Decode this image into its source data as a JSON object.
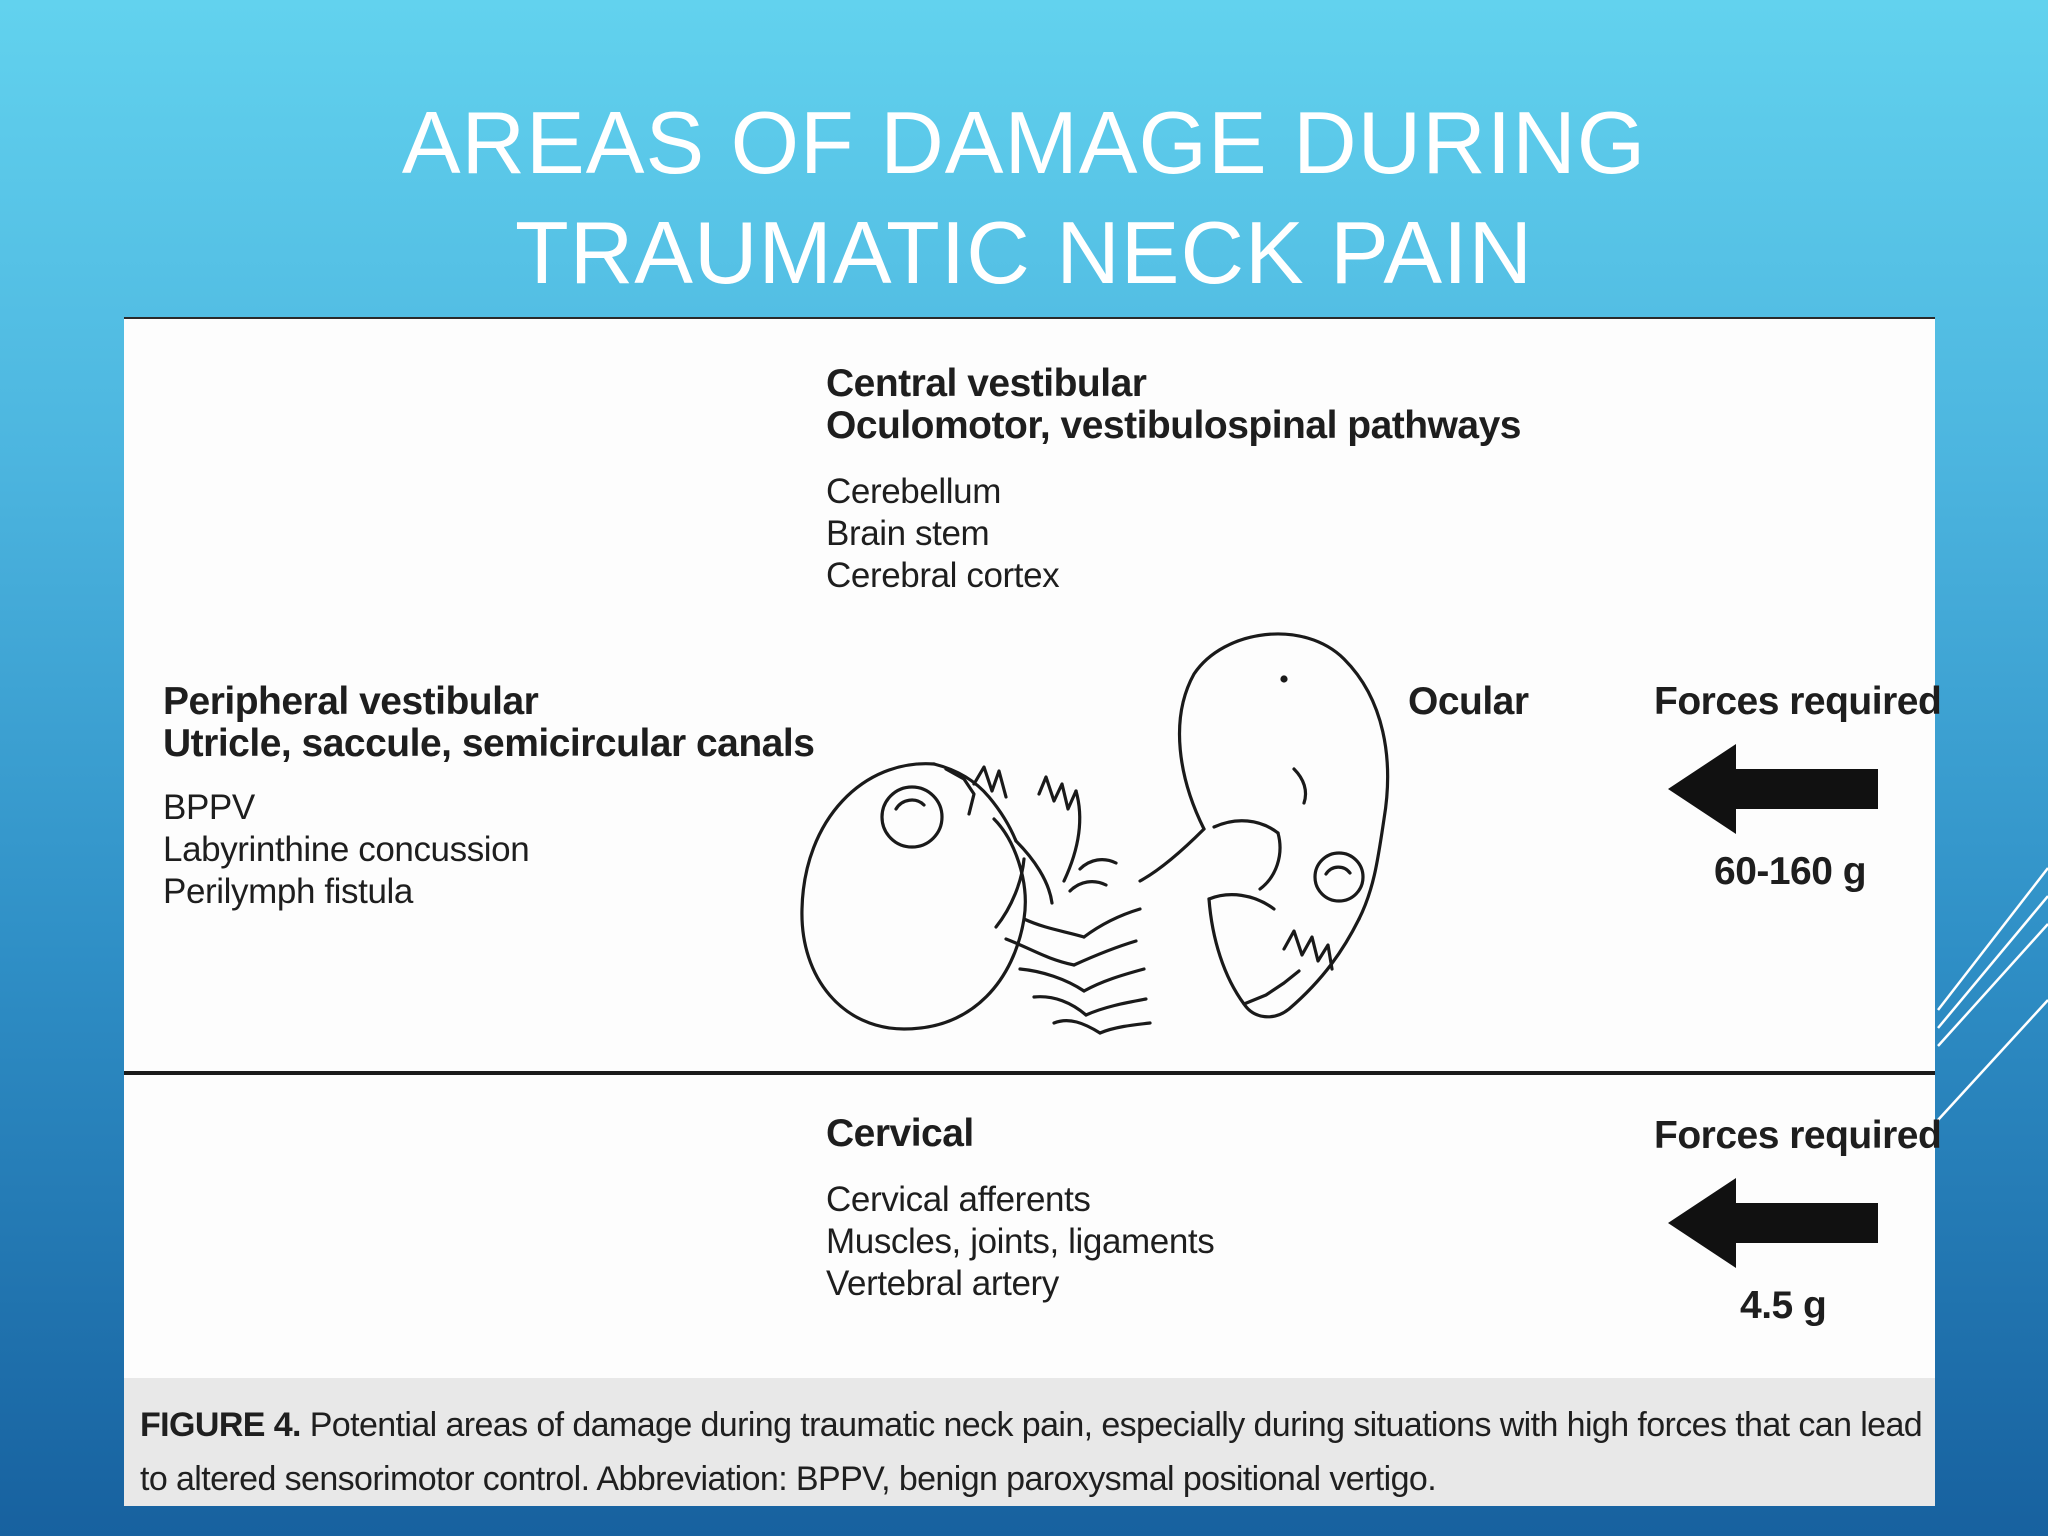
{
  "slide": {
    "title_line1": "AREAS OF DAMAGE DURING",
    "title_line2": "TRAUMATIC NECK PAIN"
  },
  "figure": {
    "central": {
      "heading1": "Central vestibular",
      "heading2": "Oculomotor, vestibulospinal  pathways",
      "items": [
        "Cerebellum",
        "Brain stem",
        "Cerebral cortex"
      ]
    },
    "peripheral": {
      "heading1": "Peripheral vestibular",
      "heading2": "Utricle, saccule, semicircular canals",
      "items": [
        "BPPV",
        "Labyrinthine concussion",
        "Perilymph fistula"
      ]
    },
    "ocular": {
      "heading": "Ocular"
    },
    "forces_top": {
      "label": "Forces required",
      "value": "60-160 g"
    },
    "cervical": {
      "heading": "Cervical",
      "items": [
        "Cervical afferents",
        "Muscles, joints, ligaments",
        "Vertebral artery"
      ]
    },
    "forces_bottom": {
      "label": "Forces required",
      "value": "4.5 g"
    },
    "caption": {
      "label": "FIGURE 4.",
      "text": " Potential areas of damage during traumatic neck pain, especially during situations with high forces that can lead to altered sensorimotor control. Abbreviation: BPPV, benign paroxysmal positional vertigo."
    }
  },
  "colors": {
    "background_top": "#62d2ee",
    "background_bottom": "#17619f",
    "title_text": "#ffffff",
    "figure_bg": "#fdfdfd",
    "caption_bg": "#e8e8e8"
  },
  "icons": [
    "left-arrow-icon",
    "skull-whiplash-illustration",
    "diagonal-lines-decoration"
  ]
}
